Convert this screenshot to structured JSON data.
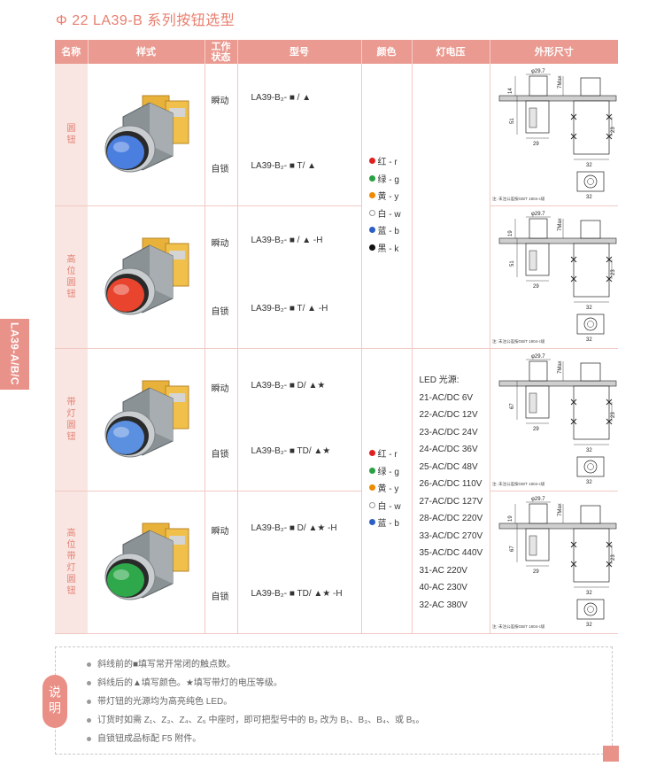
{
  "title": "Φ 22 LA39-B 系列按钮选型",
  "side_tab": "LA39-A/B/C",
  "headers": [
    "名称",
    "样式",
    "工作状态",
    "型号",
    "颜色",
    "灯电压",
    "外形尺寸"
  ],
  "rows": [
    {
      "name": "圆钮",
      "state1": "瞬动",
      "model1": "LA39-B₂- ■ / ▲",
      "state2": "自锁",
      "model2": "LA39-B₂- ■ T/ ▲",
      "button_color": "#4a7fe0"
    },
    {
      "name": "高位圆钮",
      "state1": "瞬动",
      "model1": "LA39-B₂- ■ / ▲ -H",
      "state2": "自锁",
      "model2": "LA39-B₂- ■ T/ ▲ -H",
      "button_color": "#e8442e"
    },
    {
      "name": "带灯圆钮",
      "state1": "瞬动",
      "model1": "LA39-B₂- ■ D/ ▲★",
      "state2": "自锁",
      "model2": "LA39-B₂- ■ TD/ ▲★",
      "button_color": "#5b8fe0"
    },
    {
      "name": "高位带灯圆钮",
      "state1": "瞬动",
      "model1": "LA39-B₂- ■ D/ ▲★ -H",
      "state2": "自锁",
      "model2": "LA39-B₂- ■ TD/ ▲★ -H",
      "button_color": "#2ea84a"
    }
  ],
  "colors_group1": [
    {
      "label": "红 - r",
      "color": "#e02020"
    },
    {
      "label": "绿 - g",
      "color": "#2aa043"
    },
    {
      "label": "黄 - y",
      "color": "#f08a00"
    },
    {
      "label": "白 - w",
      "color": "#ffffff"
    },
    {
      "label": "蓝 - b",
      "color": "#2c5fc4"
    },
    {
      "label": "黑 - k",
      "color": "#111111"
    }
  ],
  "colors_group2": [
    {
      "label": "红 - r",
      "color": "#e02020"
    },
    {
      "label": "绿 - g",
      "color": "#2aa043"
    },
    {
      "label": "黄 - y",
      "color": "#f08a00"
    },
    {
      "label": "白 - w",
      "color": "#ffffff"
    },
    {
      "label": "蓝 - b",
      "color": "#2c5fc4"
    }
  ],
  "voltage": {
    "title": "LED 光源:",
    "items": [
      "21-AC/DC 6V",
      "22-AC/DC 12V",
      "23-AC/DC 24V",
      "24-AC/DC 36V",
      "25-AC/DC 48V",
      "26-AC/DC 110V",
      "27-AC/DC 127V",
      "28-AC/DC 220V",
      "33-AC/DC 270V",
      "35-AC/DC 440V",
      "31-AC 220V",
      "40-AC 230V",
      "32-AC 380V"
    ]
  },
  "drawing": {
    "diameter": "φ29.7",
    "max": "7Max",
    "h1": "14",
    "h1b": "19",
    "w29": "29",
    "w32": "32",
    "d23": "23",
    "l51": "51",
    "l67": "67",
    "note": "注: 未注公差按GB/T 1804-c级"
  },
  "notes": [
    "斜线前的■填写常开常闭的触点数。",
    "斜线后的▲填写颜色。★填写带灯的电压等级。",
    "带灯钮的光源均为高亮纯色 LED。",
    "订货时如需 Z₁、Z₃、Z₄、Z₅ 中座时，即可把型号中的 B₂ 改为 B₁、B₃、B₄、或 B₅。",
    "自锁钮成品标配 F5 附件。"
  ],
  "note_label": "说明"
}
